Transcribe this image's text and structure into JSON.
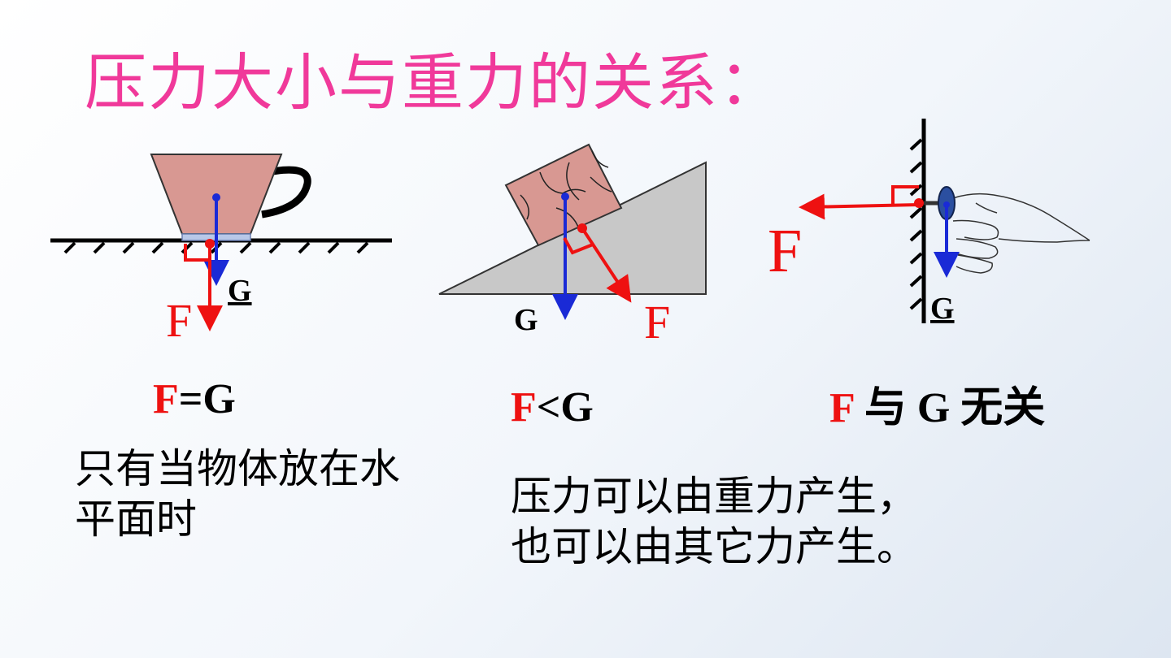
{
  "title": "压力大小与重力的关系：",
  "labels": {
    "F": "F",
    "G": "G"
  },
  "cases": [
    {
      "f_part": "F",
      "relation_part": "=G",
      "note": "只有当物体放在水平面时"
    },
    {
      "f_part": "F",
      "relation_part": "<G",
      "note": "压力可以由重力产生，也可以由其它力产生。"
    },
    {
      "f_part": "F",
      "relation_part": " 与 G 无关",
      "note": ""
    }
  ],
  "colors": {
    "title": "#f0399a",
    "force_F": "#ee1111",
    "gravity_G": "#1a2ad6",
    "cup": "#d89892",
    "incline": "#c8c8c8"
  }
}
